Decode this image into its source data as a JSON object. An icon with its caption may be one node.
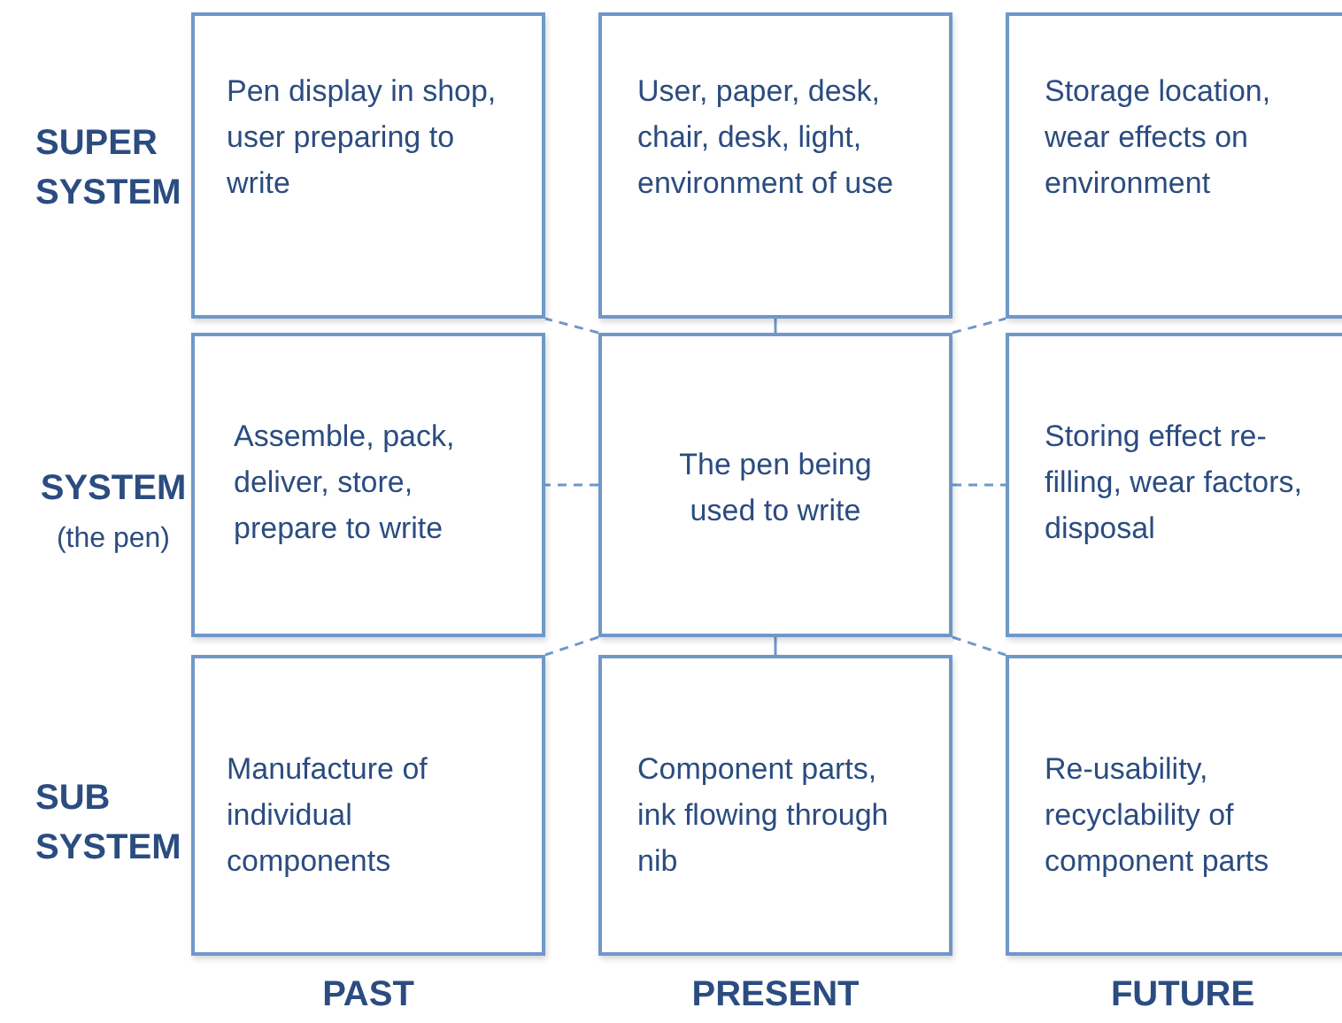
{
  "diagram": {
    "nodes": [
      {
        "text": [
          "Pen display in shop, user preparing to write"
        ]
      },
      {
        "text": [
          "User, paper, desk, chair, desk, light, environment of use"
        ]
      },
      {
        "text": [
          "Storage location, wear effects on environment"
        ]
      },
      {
        "text": [
          "Assemble, pack, deliver, store, prepare to write"
        ]
      },
      {
        "text": [
          "The pen being used to write"
        ]
      },
      {
        "text": [
          "Storing effect re-filling, wear factors, disposal"
        ]
      },
      {
        "text": [
          "Manufacture of individual components"
        ]
      },
      {
        "text": [
          "Component parts, ink flowing through nib"
        ]
      },
      {
        "text": [
          "Re-usability, recyclability of component parts"
        ]
      }
    ],
    "edges": [
      {
        "from": 4,
        "to": 0,
        "arrow": "none",
        "style": "dashed"
      },
      {
        "from": 4,
        "to": 1,
        "arrow": "none"
      },
      {
        "from": 4,
        "to": 2,
        "arrow": "none",
        "style": "dashed"
      },
      {
        "from": 4,
        "to": 3,
        "arrow": "none",
        "style": "dashed"
      },
      {
        "from": 4,
        "to": 5,
        "arrow": "none",
        "style": "dashed"
      },
      {
        "from": 4,
        "to": 6,
        "arrow": "none",
        "style": "dashed"
      },
      {
        "from": 4,
        "to": 7,
        "arrow": "none"
      },
      {
        "from": 4,
        "to": 8,
        "arrow": "none",
        "style": "dashed"
      }
    ],
    "labels": [
      "SUPER SYSTEM",
      "SYSTEM",
      "(the pen)",
      "SUB SYSTEM",
      "PAST",
      "PRESENT",
      "FUTURE"
    ]
  }
}
